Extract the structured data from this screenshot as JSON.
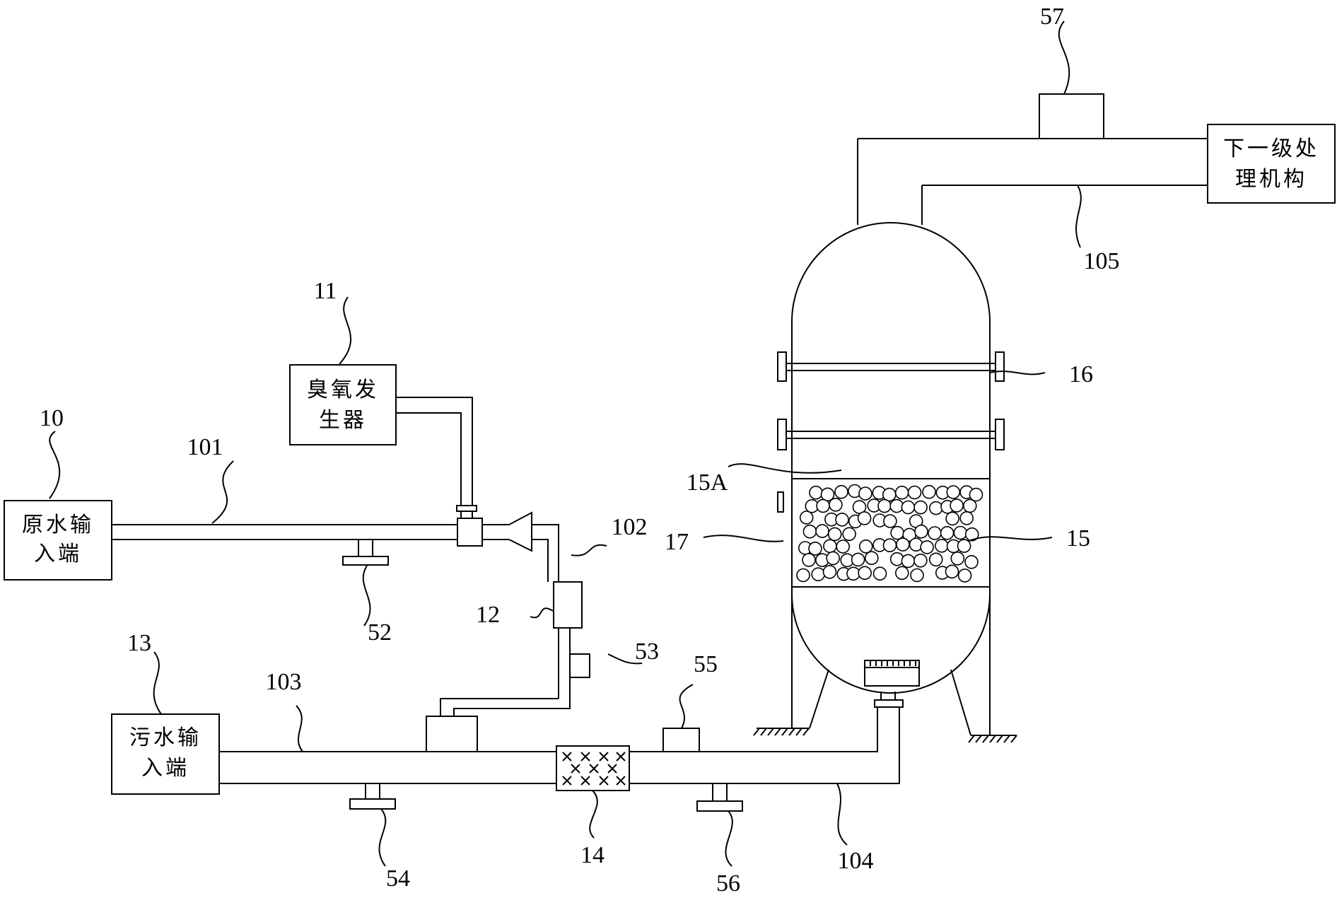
{
  "boxes": {
    "raw_water_inlet": [
      "原水输",
      "入端"
    ],
    "ozone_generator": [
      "臭氧发",
      "生器"
    ],
    "sewage_inlet": [
      "污水输",
      "入端"
    ],
    "next_stage": [
      "下一级处",
      "理机构"
    ]
  },
  "labels": {
    "n10": "10",
    "n101": "101",
    "n11": "11",
    "n102": "102",
    "n12": "12",
    "n52": "52",
    "n53": "53",
    "n13": "13",
    "n103": "103",
    "n54": "54",
    "n14": "14",
    "n55": "55",
    "n56": "56",
    "n104": "104",
    "n57": "57",
    "n105": "105",
    "n16": "16",
    "n15A": "15A",
    "n17": "17",
    "n15": "15"
  }
}
